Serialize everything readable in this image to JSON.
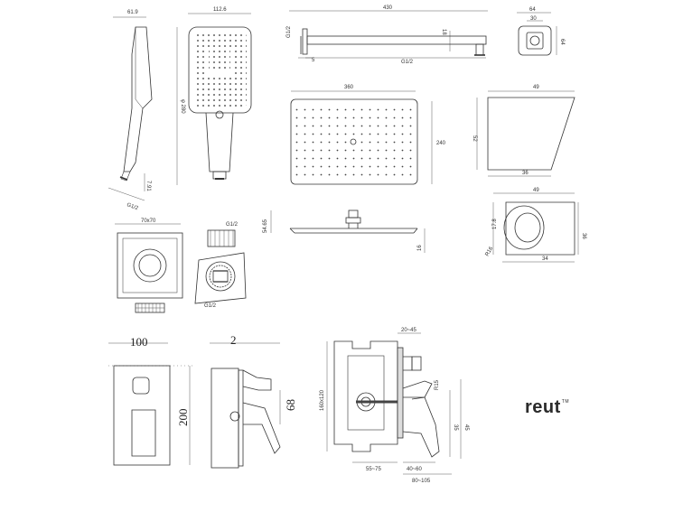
{
  "hand_shower": {
    "dim_width": "61.9",
    "dim_head_width": "112.6",
    "dim_length": "φ 280",
    "dim_thread": "G1/2",
    "dim_thread_len": "7.91"
  },
  "shower_arm": {
    "dim_length": "430",
    "dim_thread_left": "G1/2",
    "dim_thread_right": "G1/2",
    "dim_small": "18",
    "dim_gap": "5"
  },
  "outlet": {
    "dim_width": "64",
    "dim_inner": "30",
    "dim_height": "64"
  },
  "rain_head": {
    "dim_width": "360",
    "dim_depth": "240",
    "dim_side": "54.65",
    "dim_thickness": "16"
  },
  "holder_side": {
    "dim_width": "49",
    "dim_height": "52",
    "dim_base": "36"
  },
  "holder_top": {
    "dim_width": "49",
    "dim_height": "36",
    "dim_base": "34",
    "dim_ring": "17.8",
    "dim_radius": "R16"
  },
  "wall_elbow": {
    "dim_top": "70x70",
    "dim_thread_a": "G1/2",
    "dim_thread_b": "G1/2"
  },
  "mixer": {
    "dim_plate_width": "100",
    "dim_plate_height": "200",
    "dim_plate_thickness": "2",
    "dim_lever": "68"
  },
  "valve_box": {
    "dim_a": "20~45",
    "dim_b": "55~75",
    "dim_c": "40~60",
    "dim_d": "80~105",
    "dim_e": "160x120",
    "dim_f": "R15",
    "dim_g": "35",
    "dim_h": "45"
  },
  "brand": {
    "name": "reut",
    "mark": "TM"
  }
}
